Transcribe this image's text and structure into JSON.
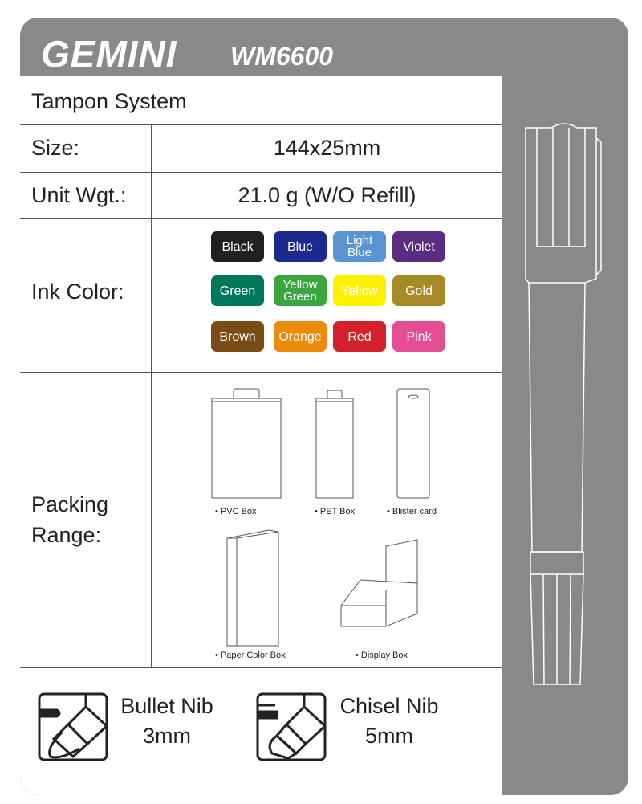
{
  "header": {
    "brand": "GEMINI",
    "model": "WM6600"
  },
  "rows": {
    "system": "Tampon System",
    "size_label": "Size:",
    "size_value": "144x25mm",
    "weight_label": "Unit Wgt.:",
    "weight_value": "21.0 g (W/O Refill)",
    "ink_label": "Ink Color:",
    "packing_label_1": "Packing",
    "packing_label_2": "Range:"
  },
  "ink_colors": [
    {
      "name": "Black",
      "color": "#231f20"
    },
    {
      "name": "Blue",
      "color": "#1b2a8c"
    },
    {
      "name": "Light Blue",
      "color": "#5b94d0"
    },
    {
      "name": "Violet",
      "color": "#5a2d82"
    },
    {
      "name": "Green",
      "color": "#00775a"
    },
    {
      "name": "Yellow Green",
      "color": "#3aa640"
    },
    {
      "name": "Yellow",
      "color": "#fff200"
    },
    {
      "name": "Gold",
      "color": "#a58a25"
    },
    {
      "name": "Brown",
      "color": "#7a4c14"
    },
    {
      "name": "Orange",
      "color": "#ec8a0c"
    },
    {
      "name": "Red",
      "color": "#d3202d"
    },
    {
      "name": "Pink",
      "color": "#e44d93"
    }
  ],
  "packing": [
    "PVC Box",
    "PET Box",
    "Blister card",
    "Paper Color Box",
    "Display Box"
  ],
  "nibs": [
    {
      "type": "Bullet Nib",
      "size": "3mm"
    },
    {
      "type": "Chisel Nib",
      "size": "5mm"
    }
  ]
}
